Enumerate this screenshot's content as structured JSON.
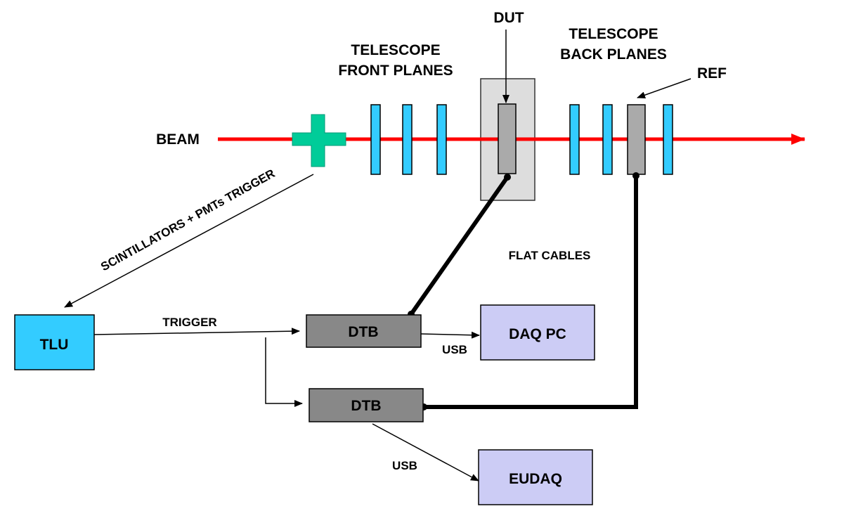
{
  "labels": {
    "beam": "BEAM",
    "telescope_front": [
      "TELESCOPE",
      "FRONT PLANES"
    ],
    "dut": "DUT",
    "telescope_back": [
      "TELESCOPE",
      "BACK PLANES"
    ],
    "ref": "REF",
    "trigger_source": "SCINTILLATORS + PMTs TRIGGER",
    "flat_cables": "FLAT CABLES",
    "trigger": "TRIGGER",
    "usb_top": "USB",
    "usb_bottom": "USB"
  },
  "boxes": {
    "tlu": "TLU",
    "dtb_top": "DTB",
    "dtb_bottom": "DTB",
    "daq_pc": "DAQ PC",
    "eudaq": "EUDAQ"
  },
  "colors": {
    "beam": "#ff0000",
    "plane": "#33ccff",
    "scintillator": "#00cc99",
    "dut_enclosure": "#dddddd",
    "sensor": "#aaaaaa",
    "dtb": "#888888",
    "computer": "#ccccf5",
    "tlu": "#33ccff"
  }
}
